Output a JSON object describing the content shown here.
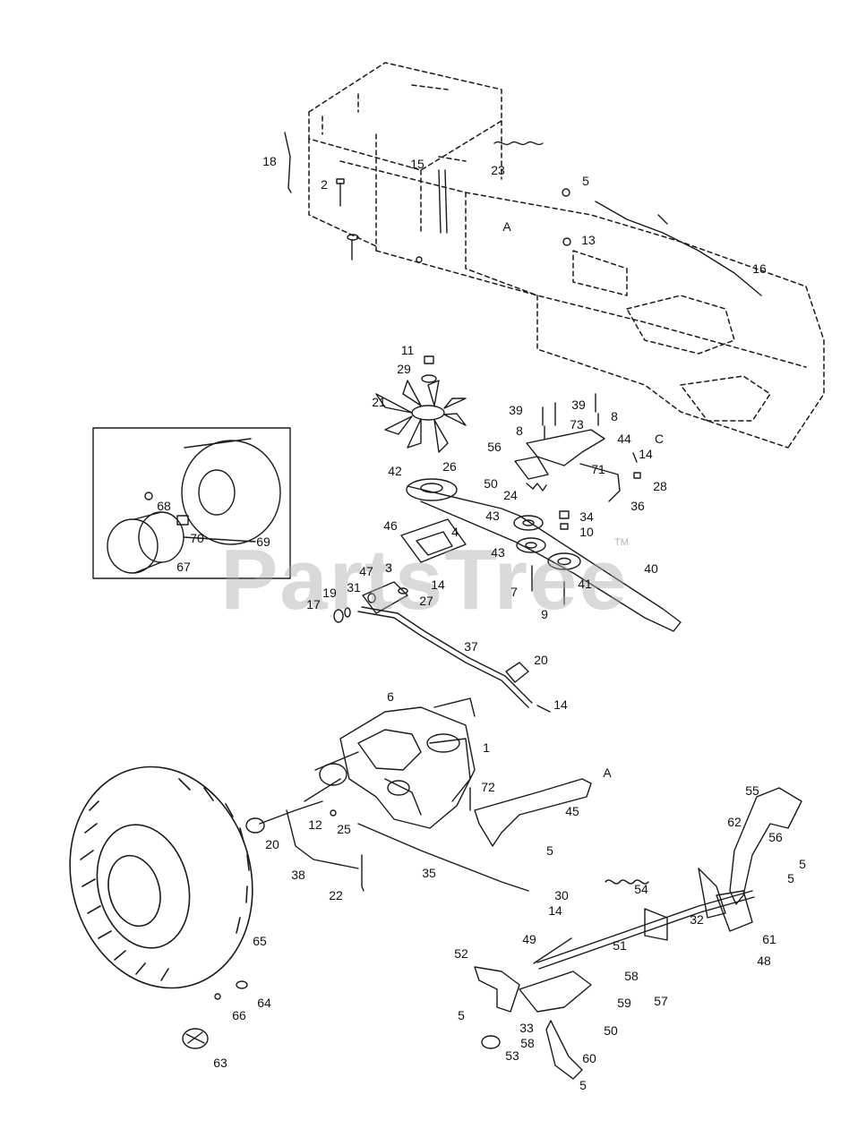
{
  "watermark": {
    "text": "PartsTree",
    "trademark": "TM"
  },
  "colors": {
    "line": "#1a1a1a",
    "watermark": "#aaaaaa",
    "background": "#ffffff"
  },
  "part_labels": {
    "p1": "1",
    "p2": "2",
    "p3": "3",
    "p4": "4",
    "p5": "5",
    "p6": "6",
    "p7": "7",
    "p8": "8",
    "p9": "9",
    "p10": "10",
    "p11": "11",
    "p12": "12",
    "p13": "13",
    "p14": "14",
    "p15": "15",
    "p16": "16",
    "p17": "17",
    "p18": "18",
    "p19": "19",
    "p20": "20",
    "p21": "21",
    "p22": "22",
    "p23": "23",
    "p24": "24",
    "p25": "25",
    "p26": "26",
    "p27": "27",
    "p28": "28",
    "p29": "29",
    "p30": "30",
    "p31": "31",
    "p32": "32",
    "p33": "33",
    "p34": "34",
    "p35": "35",
    "p36": "36",
    "p37": "37",
    "p38": "38",
    "p39": "39",
    "p40": "40",
    "p41": "41",
    "p42": "42",
    "p43": "43",
    "p44": "44",
    "p45": "45",
    "p46": "46",
    "p47": "47",
    "p48": "48",
    "p49": "49",
    "p50": "50",
    "p51": "51",
    "p52": "52",
    "p53": "53",
    "p54": "54",
    "p55": "55",
    "p56": "56",
    "p57": "57",
    "p58": "58",
    "p59": "59",
    "p60": "60",
    "p61": "61",
    "p62": "62",
    "p63": "63",
    "p64": "64",
    "p65": "65",
    "p66": "66",
    "p67": "67",
    "p68": "68",
    "p69": "69",
    "p70": "70",
    "p71": "71",
    "p72": "72",
    "p73": "73",
    "ref_a": "A",
    "ref_c": "C"
  }
}
